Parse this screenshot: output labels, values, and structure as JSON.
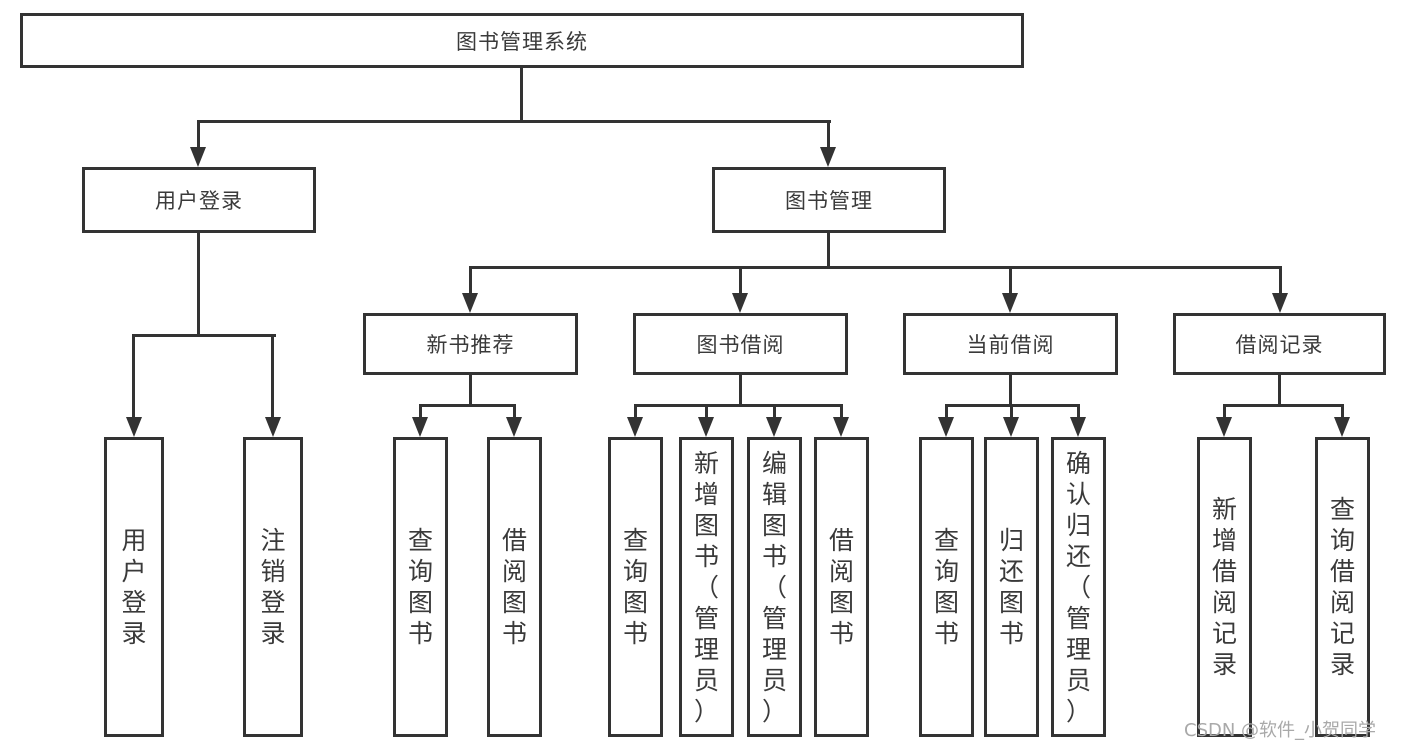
{
  "diagram": {
    "type": "hierarchy-tree",
    "root": {
      "label": "图书管理系统",
      "children": [
        {
          "label": "用户登录",
          "children": [
            {
              "label": "用户登录"
            },
            {
              "label": "注销登录"
            }
          ]
        },
        {
          "label": "图书管理",
          "children": [
            {
              "label": "新书推荐",
              "children": [
                {
                  "label": "查询图书"
                },
                {
                  "label": "借阅图书"
                }
              ]
            },
            {
              "label": "图书借阅",
              "children": [
                {
                  "label": "查询图书"
                },
                {
                  "label": "新增图书（管理员）"
                },
                {
                  "label": "编辑图书（管理员）"
                },
                {
                  "label": "借阅图书"
                }
              ]
            },
            {
              "label": "当前借阅",
              "children": [
                {
                  "label": "查询图书"
                },
                {
                  "label": "归还图书"
                },
                {
                  "label": "确认归还（管理员）"
                }
              ]
            },
            {
              "label": "借阅记录",
              "children": [
                {
                  "label": "新增借阅记录"
                },
                {
                  "label": "查询借阅记录"
                }
              ]
            }
          ]
        }
      ]
    },
    "colors": {
      "line": "#333333",
      "text": "#3a3a3a",
      "background": "#ffffff",
      "watermark": "#a9a9a9"
    }
  },
  "watermark": {
    "text": "CSDN @软件_小贺同学"
  }
}
